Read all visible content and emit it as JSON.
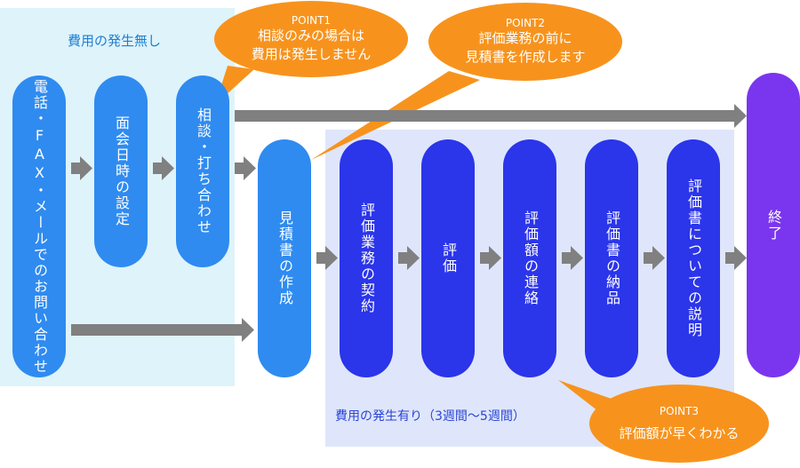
{
  "regions": {
    "free_label": "費用の発生無し",
    "paid_label": "費用の発生有り（3週間〜5週間）"
  },
  "steps": {
    "contact": "電話・FAX・メールでのお問い合わせ",
    "meeting": "面会日時の設定",
    "consult": "相談・打ち合わせ",
    "estimate": "見積書の作成",
    "contract": "評価業務の契約",
    "evaluate": "評価",
    "notify": "評価額の連絡",
    "deliver": "評価書の納品",
    "explain": "評価書についての説明",
    "end": "終了"
  },
  "points": [
    {
      "title": "POINT1",
      "line1": "相談のみの場合は",
      "line2": "費用は発生しません"
    },
    {
      "title": "POINT2",
      "line1": "評価業務の前に",
      "line2": "見積書を作成します"
    },
    {
      "title": "POINT3",
      "line1": "評価額が早くわかる",
      "line2": ""
    }
  ],
  "colors": {
    "free_bg": "#dff3fb",
    "paid_bg": "#dfe6fb",
    "pill_light": "#2f8bf0",
    "pill_blue": "#2b35ea",
    "pill_end": "#7a36ee",
    "arrow": "#808080",
    "callout": "#f7931d"
  }
}
